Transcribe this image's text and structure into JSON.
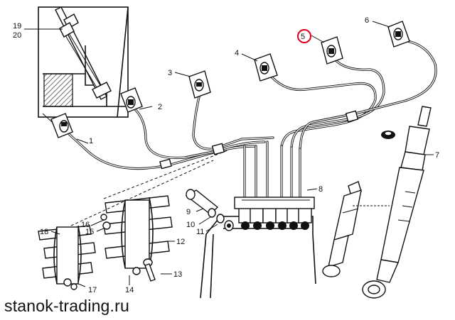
{
  "callouts": {
    "c1": "1",
    "c2": "2",
    "c3": "3",
    "c4": "4",
    "c5": "5",
    "c6": "6",
    "c7": "7",
    "c8": "8",
    "c9": "9",
    "c10": "10",
    "c11": "11",
    "c12": "12",
    "c13": "13",
    "c14": "14",
    "c15": "15",
    "c16": "16",
    "c17": "17",
    "c18": "18",
    "c19": "19",
    "c20": "20"
  },
  "highlight": {
    "callout": "5",
    "color": "#e0001b"
  },
  "watermark": "stanok-trading.ru"
}
